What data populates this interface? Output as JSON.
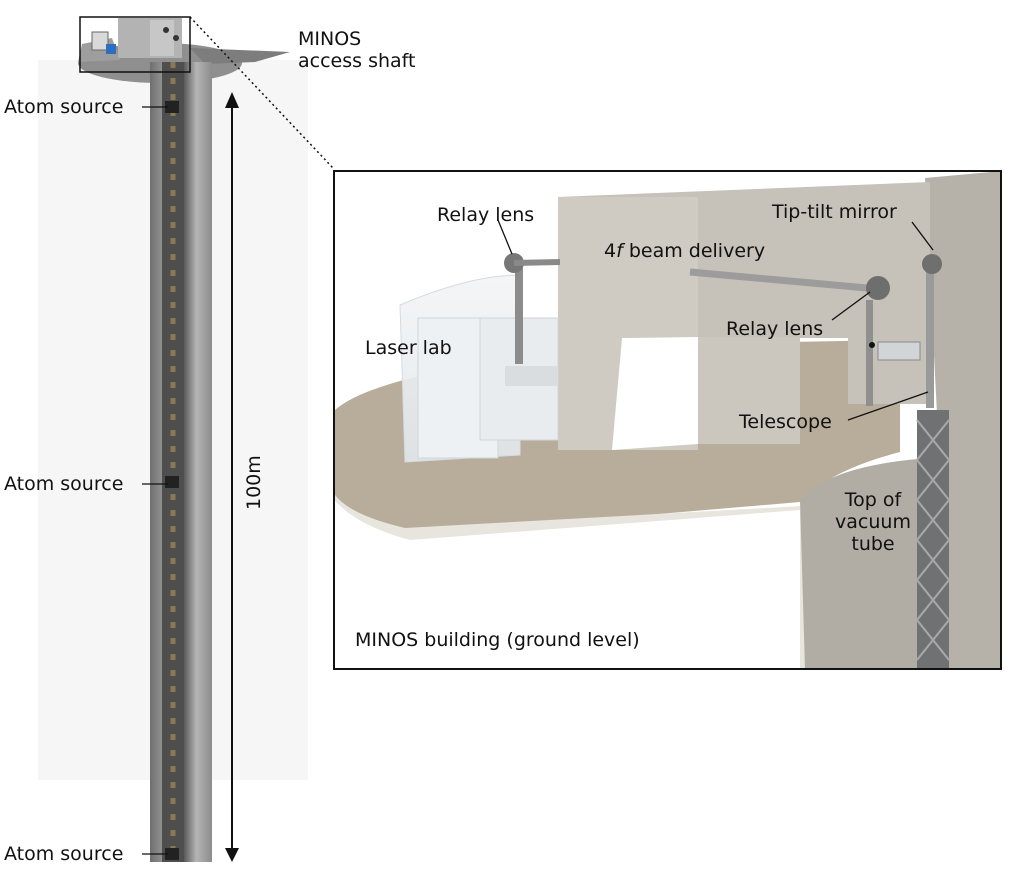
{
  "shaft": {
    "title_line1": "MINOS",
    "title_line2": "access shaft",
    "atom_sources": [
      "Atom source",
      "Atom source",
      "Atom source"
    ],
    "length_label": "100m"
  },
  "inset": {
    "relay_lens_left": "Relay lens",
    "beam_delivery_prefix": "4",
    "beam_delivery_italic": "f",
    "beam_delivery_suffix": " beam delivery",
    "tip_tilt_mirror": "Tip-tilt mirror",
    "relay_lens_right": "Relay lens",
    "laser_lab": "Laser lab",
    "telescope": "Telescope",
    "vacuum_line1": "Top of",
    "vacuum_line2": "vacuum",
    "vacuum_line3": "tube",
    "building_caption": "MINOS building (ground level)"
  },
  "colors": {
    "concrete": "#c9c4bc",
    "concrete_dark": "#a9a49c",
    "shaft_grey": "#8a8a8a",
    "frame": "#111111"
  }
}
